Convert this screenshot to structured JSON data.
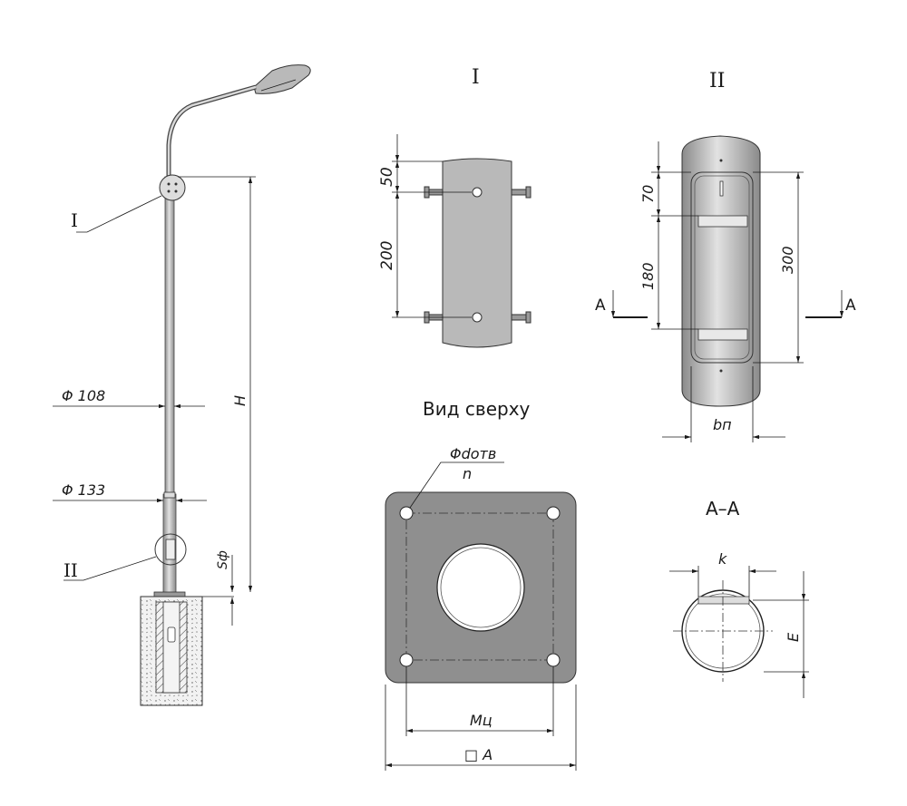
{
  "labels": {
    "view_i": "I",
    "view_ii": "II",
    "top_view": "Вид сверху",
    "section": "А–А",
    "callout_i": "I",
    "callout_ii": "II",
    "section_a_left": "А",
    "section_a_right": "А"
  },
  "dimensions": {
    "d108": "Φ 108",
    "d133": "Φ 133",
    "height": "H",
    "sf": "Sф",
    "i_50": "50",
    "i_200": "200",
    "ii_70": "70",
    "ii_180": "180",
    "ii_300": "300",
    "bn": "bп",
    "d_hole": "Φdотв",
    "n": "n",
    "mc": "Mц",
    "sq_a": "□ A",
    "k": "k",
    "e": "E"
  }
}
